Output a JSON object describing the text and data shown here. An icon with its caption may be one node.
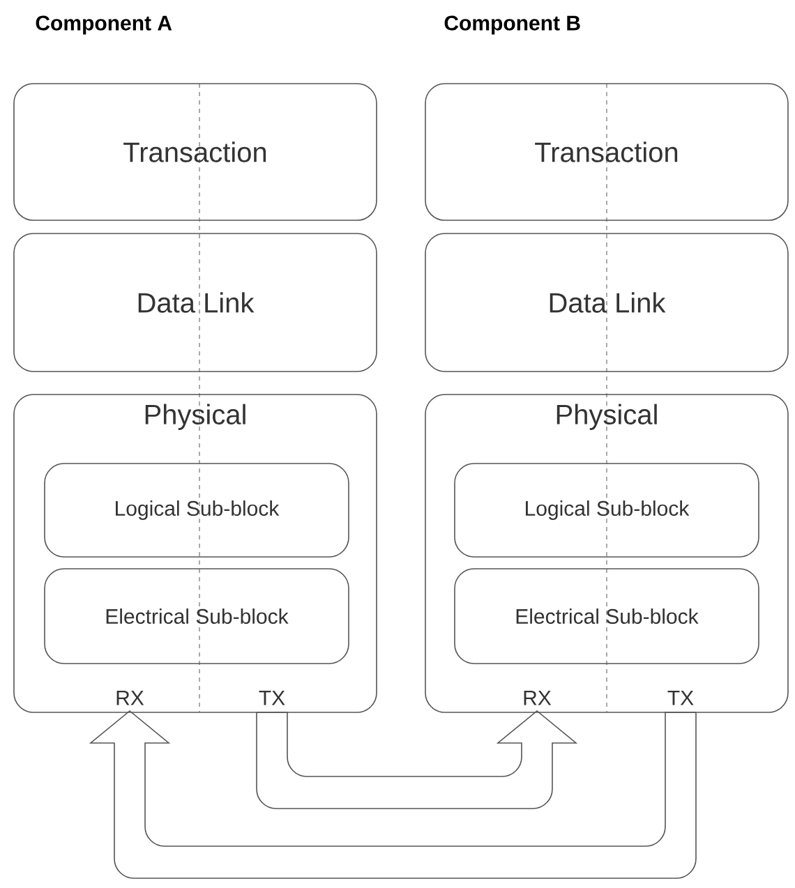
{
  "diagram": {
    "nodes": [
      {
        "text": [
          "Transaction"
        ]
      },
      {
        "text": [
          "Data Link"
        ]
      },
      {
        "text": [
          "Physical"
        ]
      },
      {
        "text": [
          "Logical Sub-block"
        ],
        "in": 2
      },
      {
        "text": [
          "Electrical Sub-block"
        ],
        "in": 2
      },
      {
        "text": [
          "RX"
        ],
        "in": 2
      },
      {
        "text": [
          "TX"
        ],
        "in": 2
      },
      {
        "text": [
          "Transaction"
        ]
      },
      {
        "text": [
          "Data Link"
        ]
      },
      {
        "text": [
          "Physical"
        ]
      },
      {
        "text": [
          "Logical Sub-block"
        ],
        "in": 9
      },
      {
        "text": [
          "Electrical Sub-block"
        ],
        "in": 9
      },
      {
        "text": [
          "RX"
        ],
        "in": 9
      },
      {
        "text": [
          "TX"
        ],
        "in": 9
      }
    ],
    "edges": [
      {
        "from": 6,
        "to": 12,
        "arrow": "to"
      },
      {
        "from": 13,
        "to": 5,
        "arrow": "to"
      }
    ],
    "labels": [
      "Component A",
      "Component B"
    ]
  }
}
